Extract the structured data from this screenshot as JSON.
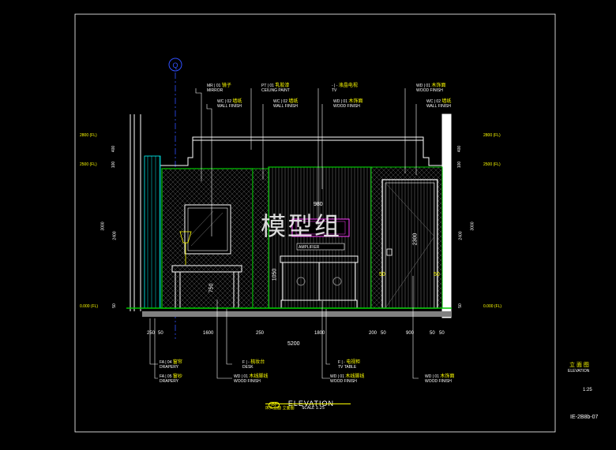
{
  "drawing": {
    "axis_marker": "Q",
    "watermark": "模型组",
    "title": {
      "code": "D7",
      "label": "ELEVATION",
      "subtitle": "床头立面 立面图",
      "scale": "SCALE 1:25"
    },
    "title_block": {
      "cn": "立 面 图",
      "en": "ELEVATION",
      "scale": "1:25",
      "sheet_no": "IE-2B8b-07"
    },
    "level_tags_left": [
      "2800 (FL)",
      "2500 (FL)",
      "0.000 (FL)"
    ],
    "level_tags_right": [
      "2800 (FL)",
      "2500 (FL)",
      "0.000 (FL)"
    ],
    "height_dims_left": [
      "400",
      "100",
      "3000",
      "2400",
      "50"
    ],
    "height_dims_right": [
      "400",
      "100",
      "3000",
      "2400",
      "50"
    ],
    "bottom_dims": [
      "250",
      "50",
      "1600",
      "250",
      "1800",
      "200",
      "50",
      "900",
      "50",
      "50"
    ],
    "total_width": "5200",
    "inner_dims": {
      "tv_width": "980",
      "door_height": "2300",
      "lamp_height": "1050",
      "table_height": "750",
      "door_side_left": "50",
      "door_side_right": "50"
    },
    "top_callouts": [
      {
        "code": "MR",
        "num": "01",
        "cn": "镜子",
        "en": "MIRROR"
      },
      {
        "code": "WC",
        "num": "02",
        "cn": "墙纸",
        "en": "WALL FINISH"
      },
      {
        "code": "PT",
        "num": "01",
        "cn": "乳胶漆",
        "en": "CEILING PAINT"
      },
      {
        "code": "WC",
        "num": "02",
        "cn": "墙纸",
        "en": "WALL FINISH"
      },
      {
        "code": "-",
        "num": "-",
        "cn": "液晶电视",
        "en": "TV"
      },
      {
        "code": "WD",
        "num": "01",
        "cn": "木饰面",
        "en": "WOOD FINISH"
      },
      {
        "code": "WD",
        "num": "01",
        "cn": "木饰面",
        "en": "WOOD FINISH"
      },
      {
        "code": "WC",
        "num": "02",
        "cn": "墙纸",
        "en": "WALL FINISH"
      }
    ],
    "bottom_callouts": [
      {
        "code": "FA",
        "num": "04",
        "cn": "窗帘",
        "en": "DRAPERY"
      },
      {
        "code": "FA",
        "num": "05",
        "cn": "窗纱",
        "en": "DRAPERY"
      },
      {
        "code": "F",
        "num": "-",
        "cn": "梳妆台",
        "en": "DESK"
      },
      {
        "code": "WD",
        "num": "01",
        "cn": "木线脚线",
        "en": "WOOD FINISH"
      },
      {
        "code": "F",
        "num": "-",
        "cn": "电视柜",
        "en": "TV TABLE"
      },
      {
        "code": "WD",
        "num": "01",
        "cn": "木线脚线",
        "en": "WOOD FINISH"
      },
      {
        "code": "WD",
        "num": "01",
        "cn": "木饰面",
        "en": "WOOD FINISH"
      }
    ],
    "labels": {
      "amplifier": "AMPLIFIER"
    },
    "colors": {
      "background": "#000000",
      "line": "#ffffff",
      "accent": "#ffff00",
      "green": "#00c800",
      "cyan": "#00ffff",
      "blue": "#3050ff",
      "grey": "#808080",
      "magenta": "#ff40ff",
      "red": "#ff2020"
    }
  }
}
